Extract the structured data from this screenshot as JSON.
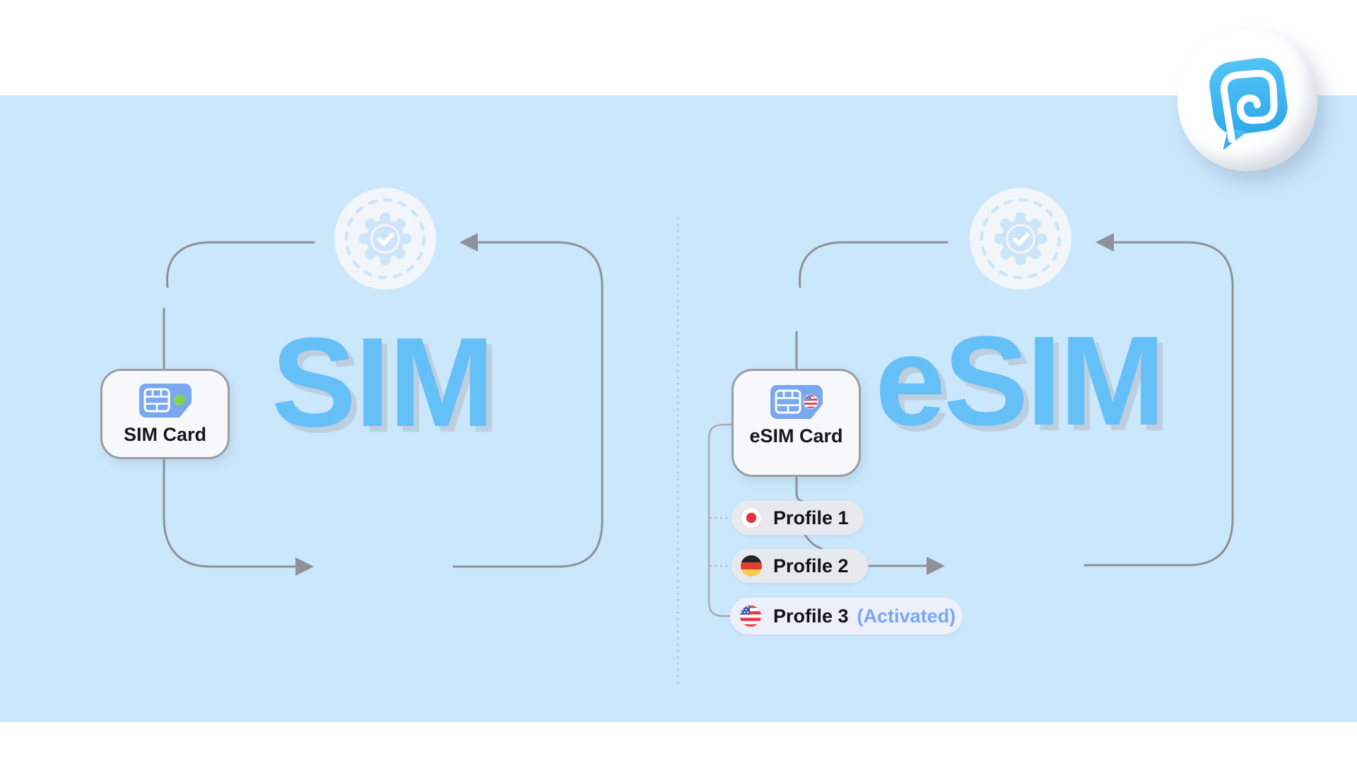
{
  "left_panel": {
    "title": "SIM",
    "card_label": "SIM Card"
  },
  "right_panel": {
    "title": "eSIM",
    "card_label": "eSIM Card"
  },
  "profiles": [
    {
      "label": "Profile 1",
      "flag": "japan"
    },
    {
      "label": "Profile 2",
      "flag": "germany"
    },
    {
      "label": "Profile 3",
      "flag": "united-states",
      "status": "(Activated)"
    }
  ],
  "colors": {
    "canvas_blue": "#cbe7fc",
    "headline_blue": "#66c0f8",
    "activated_blue": "#7aa6f2",
    "flow_line_gray": "#8d9199",
    "sim_icon_blue": "#7aa7f0",
    "logo_blue": "#3bb2ef"
  },
  "icons": {
    "gear_badge": "gear-check-badge",
    "sim_card": "sim-card-chip-icon",
    "esim_card": "esim-card-flag-icon",
    "japan_flag": "japan-flag-icon",
    "germany_flag": "germany-flag-icon",
    "us_flag": "us-flag-icon",
    "logo": "chat-bubble-spiral-logo"
  }
}
